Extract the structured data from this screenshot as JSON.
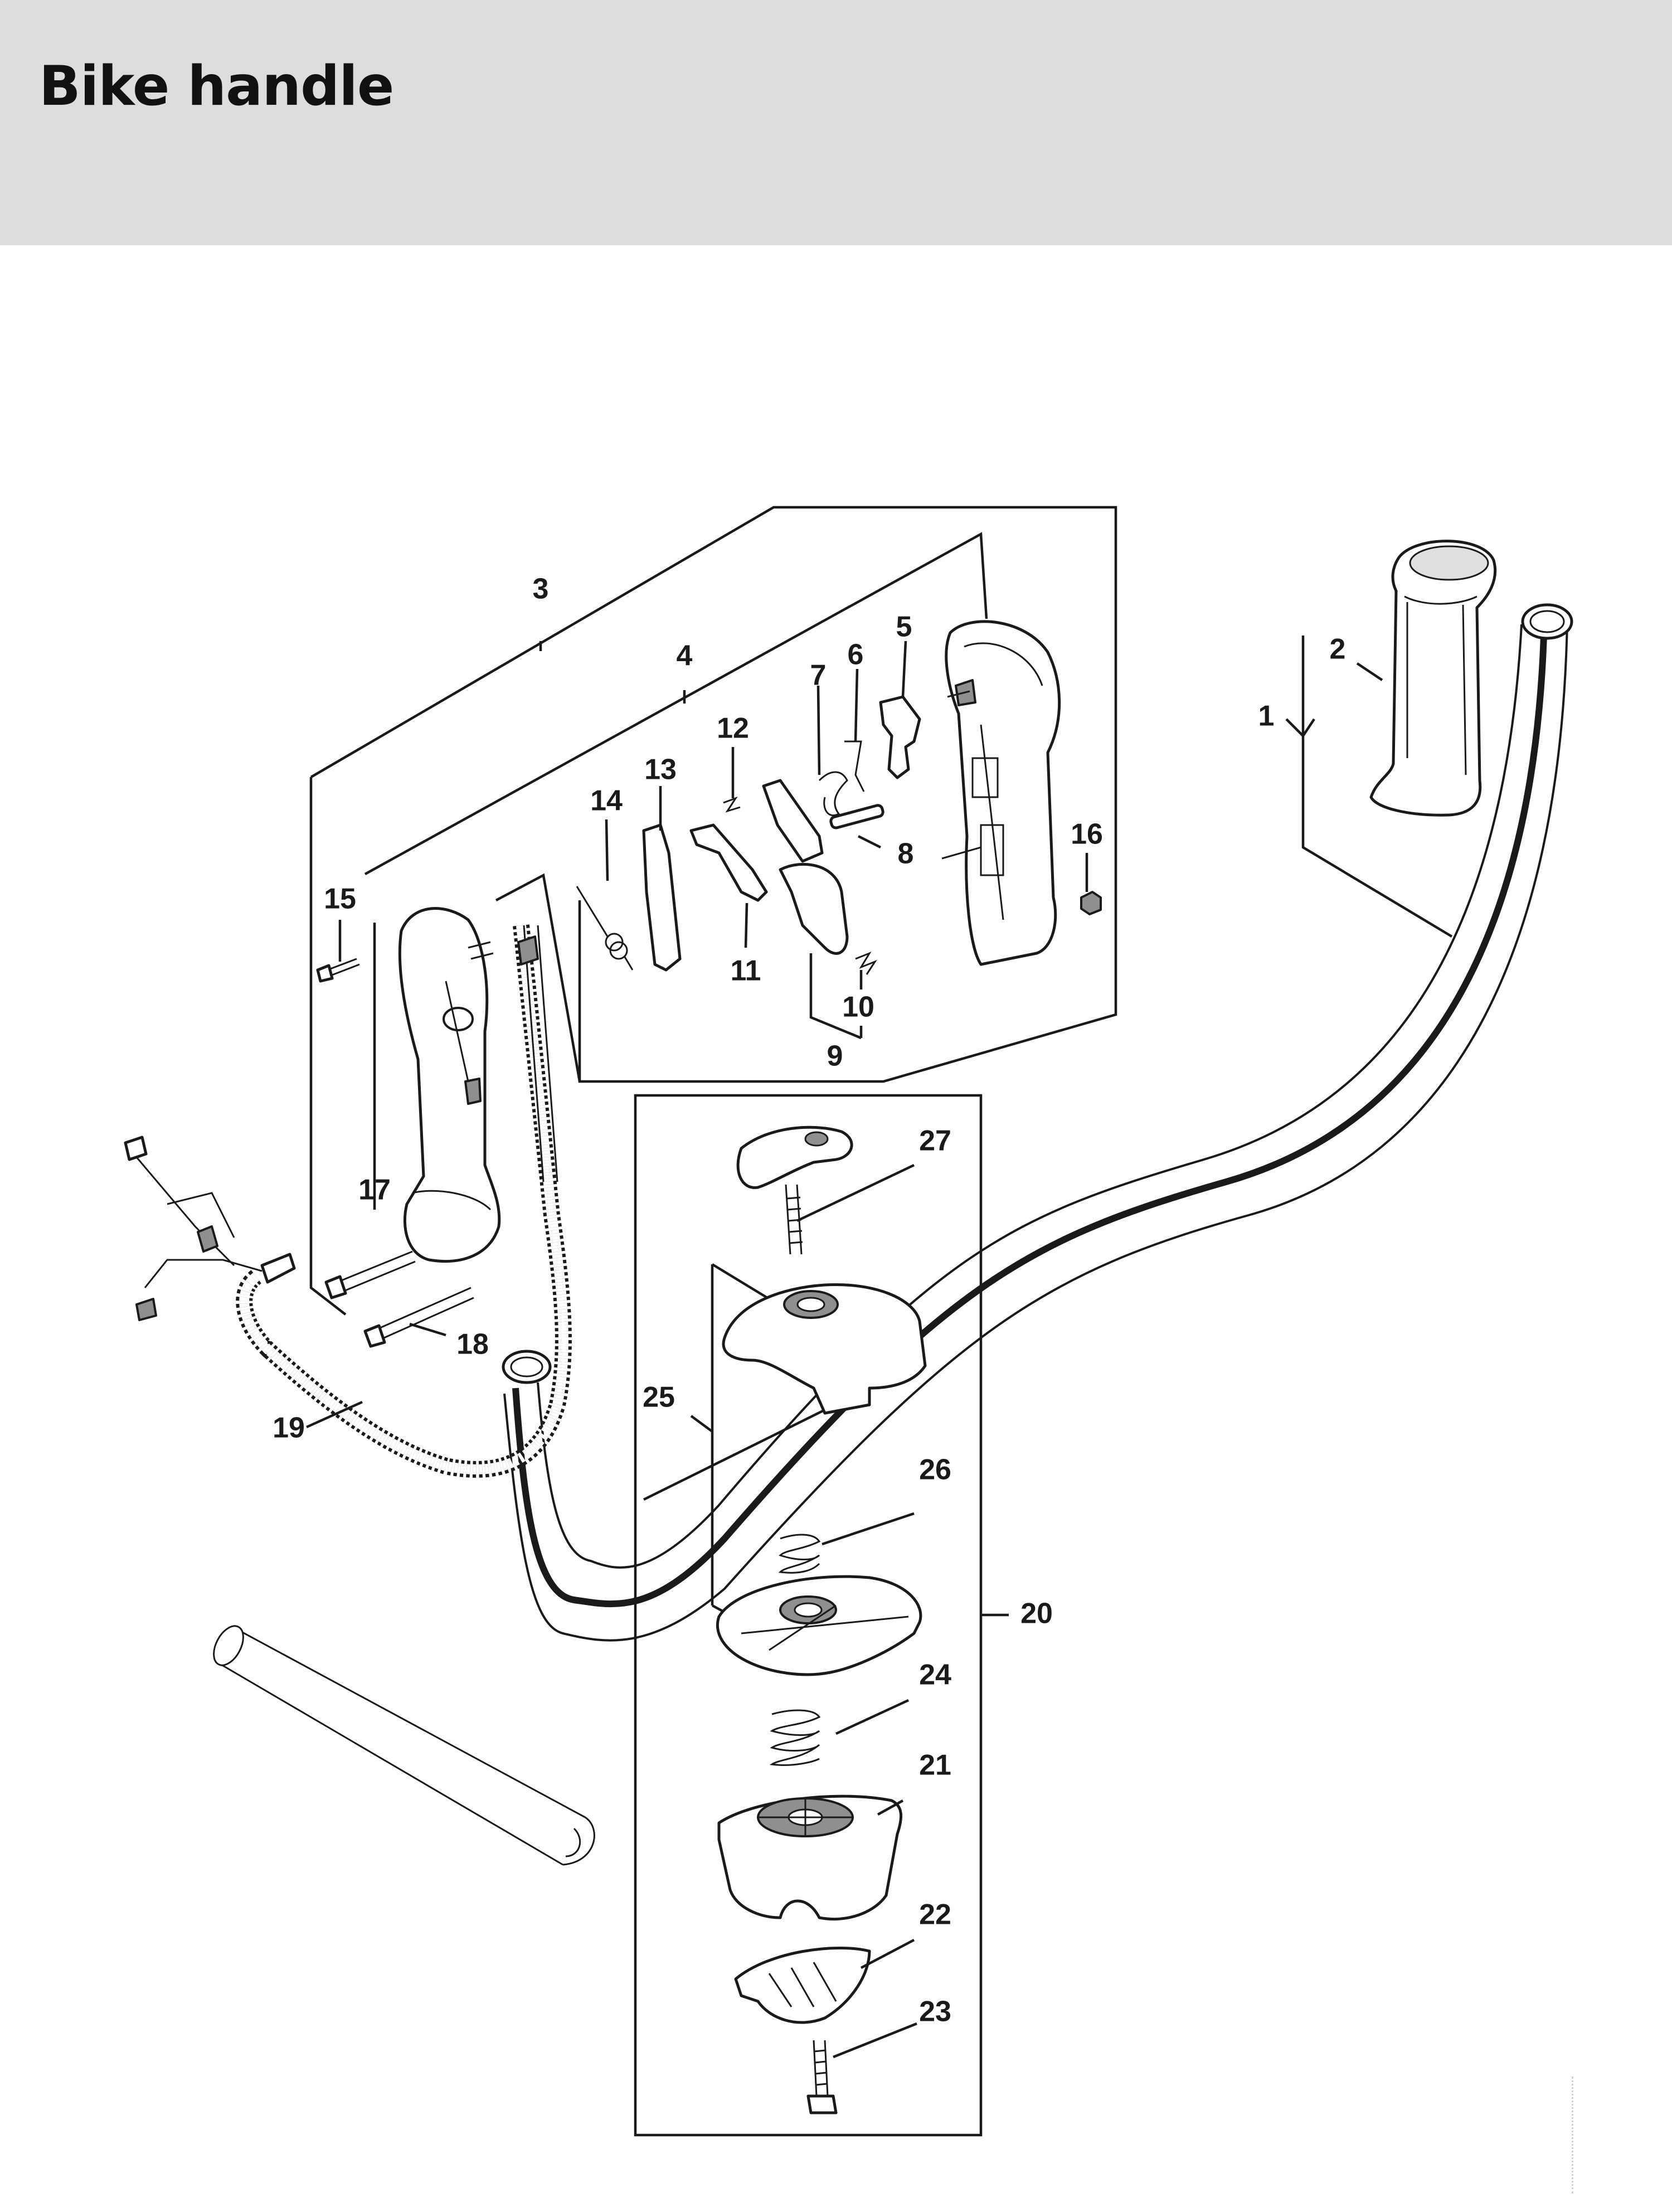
{
  "page": {
    "title": "Bike handle"
  },
  "colors": {
    "header_background": "#dcdedd",
    "line": "#1a1a1a",
    "part_fill": "#d9d9d9"
  },
  "callouts": [
    "1",
    "2",
    "3",
    "4",
    "5",
    "6",
    "7",
    "8",
    "9",
    "10",
    "11",
    "12",
    "13",
    "14",
    "15",
    "16",
    "17",
    "18",
    "19",
    "20",
    "21",
    "22",
    "23",
    "24",
    "25",
    "26",
    "27"
  ]
}
